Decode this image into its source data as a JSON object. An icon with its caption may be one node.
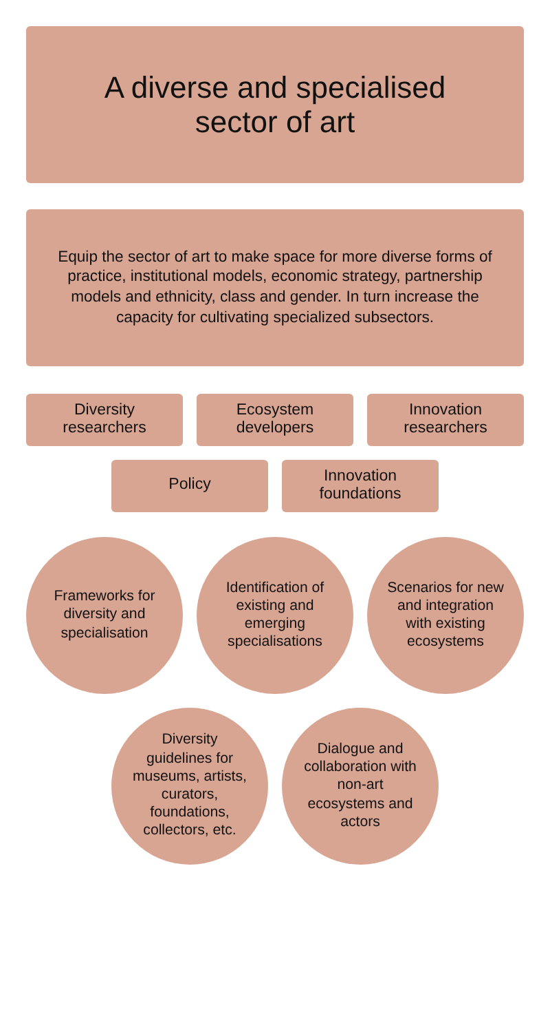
{
  "diagram": {
    "nodes": [
      {
        "text": [
          "A diverse and specialised sector of art"
        ]
      },
      {
        "text": [
          "Equip the sector of art to make space for more diverse forms of practice, institutional models, economic strategy, partnership models and ethnicity, class and gender. In turn increase the capacity for cultivating specialized subsectors."
        ]
      },
      {
        "text": [
          "Diversity researchers"
        ]
      },
      {
        "text": [
          "Ecosystem developers"
        ]
      },
      {
        "text": [
          "Innovation researchers"
        ]
      },
      {
        "text": [
          "Policy"
        ]
      },
      {
        "text": [
          "Innovation foundations"
        ]
      },
      {
        "text": [
          "Frameworks for diversity and specialisation"
        ]
      },
      {
        "text": [
          "Identification of existing and emerging specialisations"
        ]
      },
      {
        "text": [
          "Scenarios for new and integration with existing ecosystems"
        ]
      },
      {
        "text": [
          "Diversity guidelines for museums, artists, curators, foundations, collectors, etc."
        ]
      },
      {
        "text": [
          "Dialogue and collaboration with non-art ecosystems and actors"
        ]
      }
    ]
  }
}
